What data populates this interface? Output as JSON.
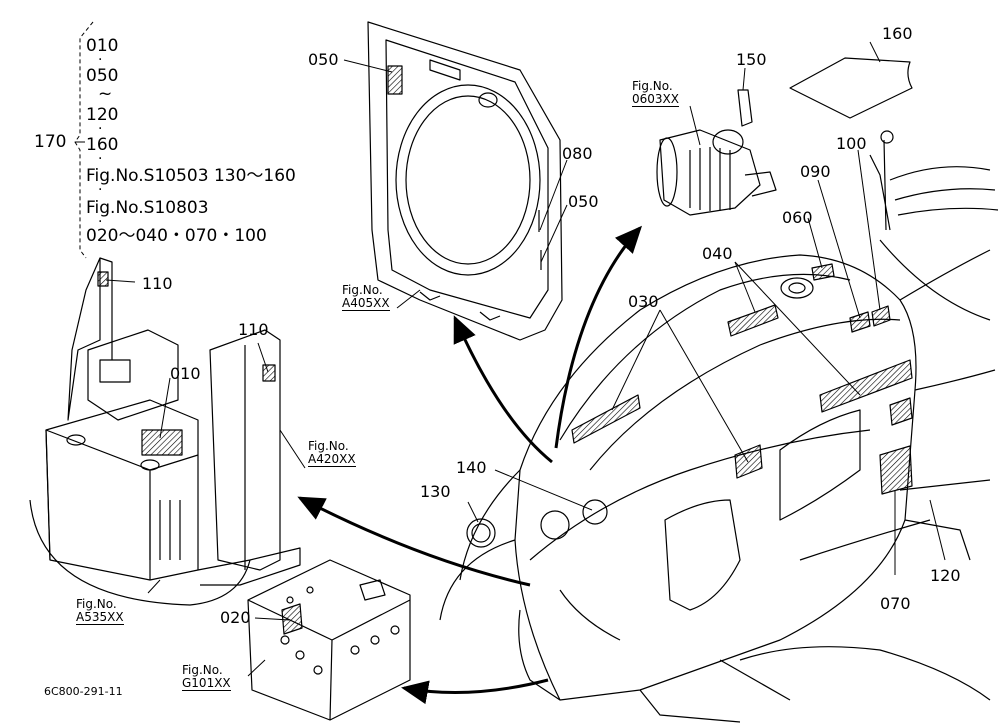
{
  "legend": {
    "ref": "170",
    "lines": [
      "010",
      "050",
      "~",
      "120",
      "160",
      "Fig.No.S10503 130～160",
      "Fig.No.S10803",
      "020～040・070・100"
    ]
  },
  "figrefs": [
    {
      "label": "Fig.No.",
      "code": "A405XX"
    },
    {
      "label": "Fig.No.",
      "code": "0603XX"
    },
    {
      "label": "Fig.No.",
      "code": "A420XX"
    },
    {
      "label": "Fig.No.",
      "code": "A535XX"
    },
    {
      "label": "Fig.No.",
      "code": "G101XX"
    }
  ],
  "callouts": [
    "050",
    "080",
    "050",
    "150",
    "160",
    "100",
    "090",
    "060",
    "040",
    "030",
    "110",
    "010",
    "110",
    "140",
    "130",
    "020",
    "070",
    "120"
  ],
  "footer": "6C800-291-11"
}
